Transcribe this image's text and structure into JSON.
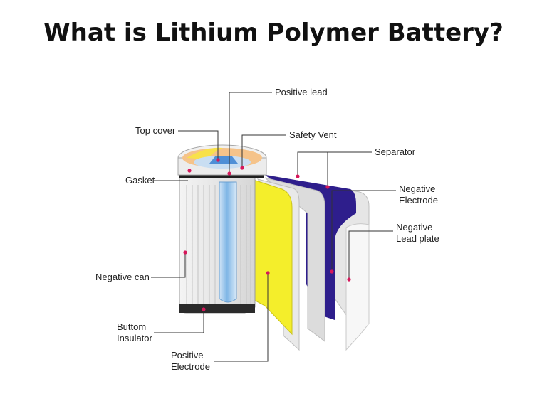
{
  "title": "What is Lithium Polymer Battery?",
  "colors": {
    "accent_dot": "#d6175a",
    "positive_electrode": "#f4ee2b",
    "negative_electrode": "#2e1e8c",
    "separator": "#d9d9d9",
    "core": "#7fb6e6",
    "top_cover": "#f5c38a",
    "leader_line": "#333333"
  },
  "labels": {
    "positive_lead": "Positive lead",
    "top_cover": "Top cover",
    "safety_vent": "Safety Vent",
    "separator": "Separator",
    "gasket": "Gasket",
    "negative_electrode": [
      "Negative",
      "Electrode"
    ],
    "negative_lead_plate": [
      "Negative",
      "Lead plate"
    ],
    "negative_can": "Negative can",
    "bottom_insulator": [
      "Buttom",
      "Insulator"
    ],
    "positive_electrode": [
      "Positive",
      "Electrode"
    ]
  }
}
